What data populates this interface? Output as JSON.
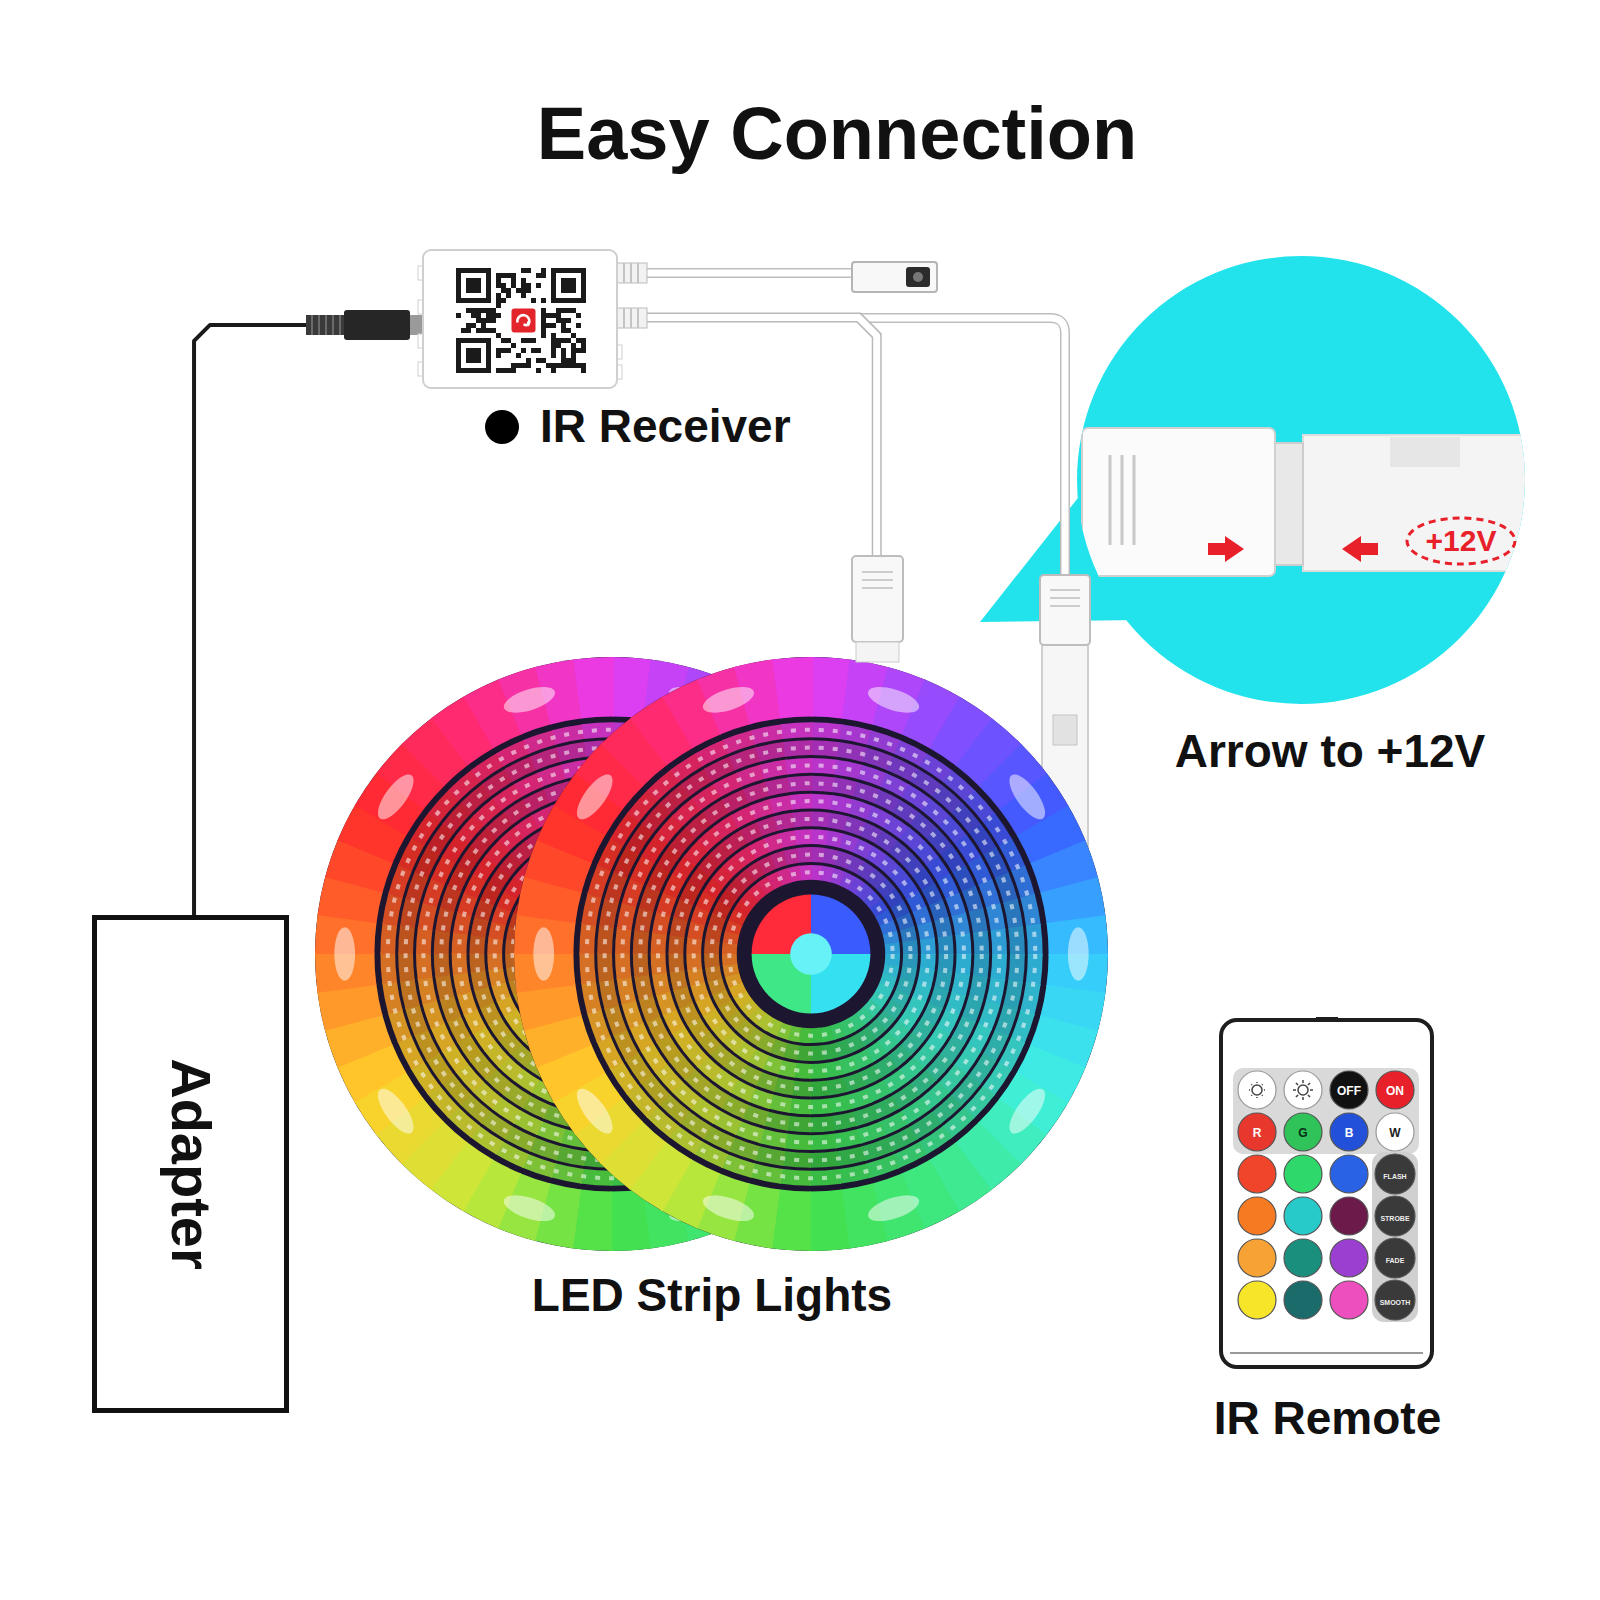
{
  "diagram": {
    "title": "Easy Connection",
    "nodes": [
      {
        "text": [
          "IR Receiver"
        ]
      },
      {
        "text": [
          "+12V",
          "Arrow to +12V"
        ]
      },
      {
        "text": [
          "LED Strip Lights"
        ]
      },
      {
        "text": [
          "Adapter"
        ]
      },
      {
        "text": [
          "IR Remote"
        ]
      }
    ],
    "edges": [
      {
        "from": 3,
        "to": 0,
        "arrow": "none"
      },
      {
        "from": 0,
        "to": 2,
        "arrow": "none"
      }
    ],
    "labels": [
      "OFF",
      "ON",
      "R",
      "G",
      "B",
      "W",
      "FLASH",
      "STROBE",
      "FADE",
      "SMOOTH"
    ]
  }
}
